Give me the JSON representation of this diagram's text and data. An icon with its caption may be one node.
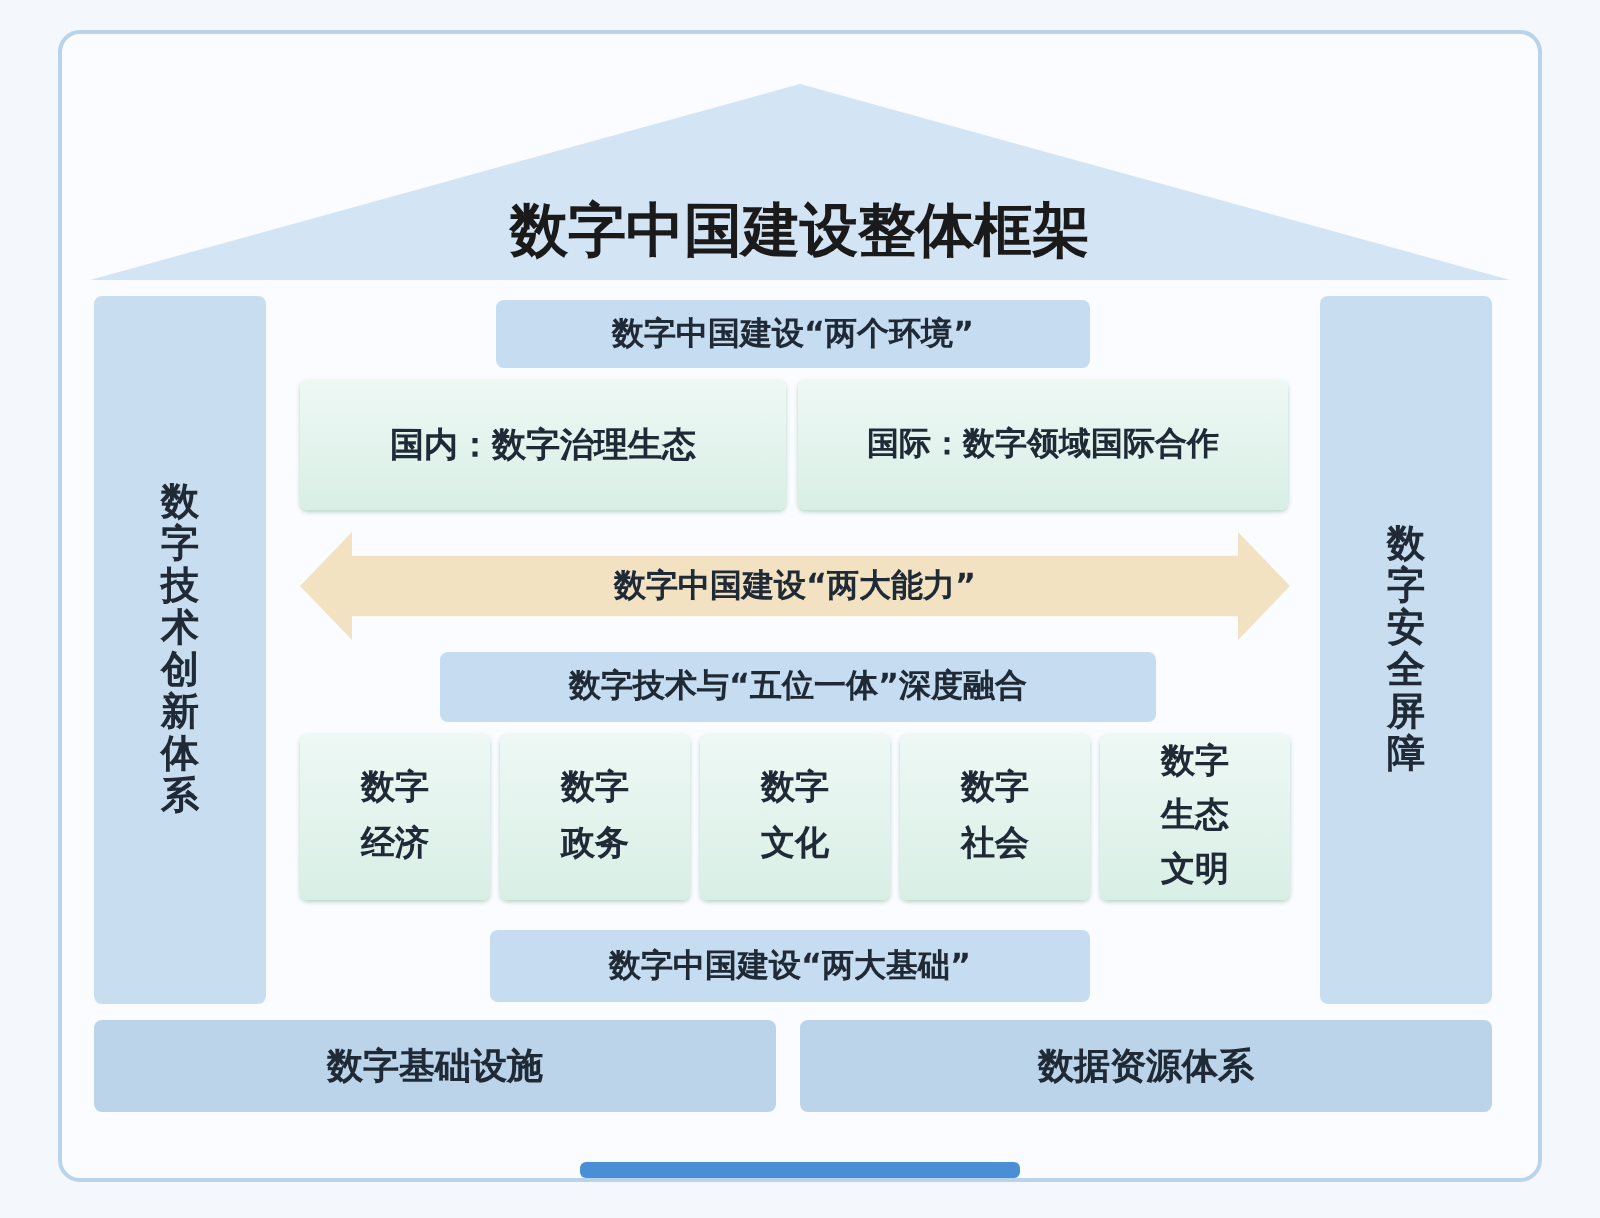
{
  "diagram": {
    "title": "数字中国建设整体框架",
    "nodes": [
      {
        "text": [
          "数字技术创新体系"
        ]
      },
      {
        "text": [
          "数字中国建设“两个环境”"
        ]
      },
      {
        "text": [
          "国内：数字治理生态"
        ]
      },
      {
        "text": [
          "国际：数字领域国际合作"
        ]
      },
      {
        "text": [
          "数字中国建设“两大能力”"
        ]
      },
      {
        "text": [
          "数字技术与“五位一体”深度融合"
        ]
      },
      {
        "text": [
          "数字经济"
        ]
      },
      {
        "text": [
          "数字政务"
        ]
      },
      {
        "text": [
          "数字文化"
        ]
      },
      {
        "text": [
          "数字社会"
        ]
      },
      {
        "text": [
          "数字生态文明"
        ]
      },
      {
        "text": [
          "数字中国建设“两大基础”"
        ]
      },
      {
        "text": [
          "数字安全屏障"
        ]
      },
      {
        "text": [
          "数字基础设施"
        ]
      },
      {
        "text": [
          "数据资源体系"
        ]
      }
    ]
  }
}
